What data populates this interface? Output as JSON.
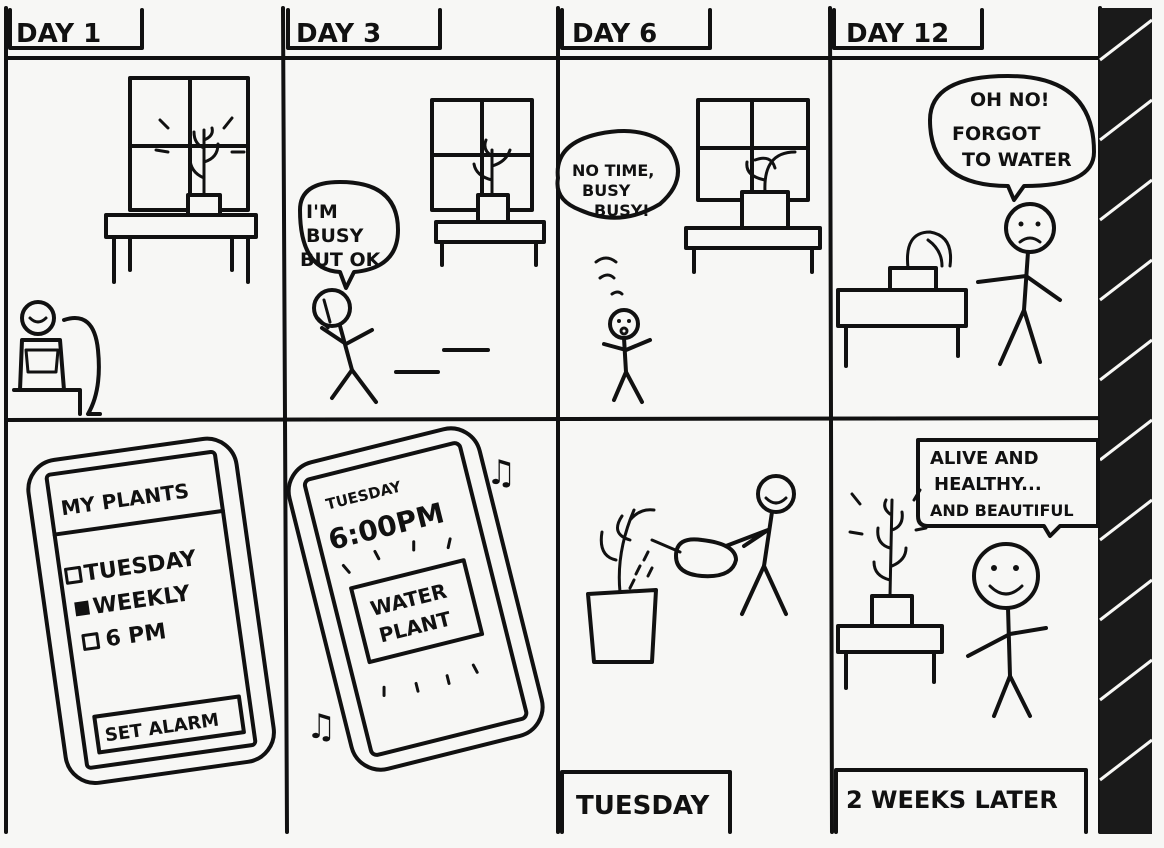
{
  "panels": {
    "p1": {
      "caption": "DAY 1"
    },
    "p2": {
      "caption": "DAY 3",
      "speech": [
        "I'M",
        "BUSY",
        "BUT OK"
      ]
    },
    "p3": {
      "caption": "DAY 6",
      "speech": [
        "NO TIME,",
        "BUSY",
        "BUSY!"
      ]
    },
    "p4": {
      "caption": "DAY 12",
      "speech": [
        "OH NO!",
        "FORGOT",
        "TO WATER"
      ]
    },
    "p5": {
      "phone_title": "MY PLANTS",
      "items": [
        "TUESDAY",
        "WEEKLY",
        "6 PM"
      ],
      "button": "SET ALARM"
    },
    "p6": {
      "day": "TUESDAY",
      "time": "6:00PM",
      "alarm": [
        "WATER",
        "PLANT"
      ],
      "note": "♫"
    },
    "p7": {
      "caption": "TUESDAY"
    },
    "p8": {
      "caption": "2 WEEKS LATER",
      "speech": [
        "ALIVE AND",
        "HEALTHY...",
        "AND BEAUTIFUL"
      ]
    }
  }
}
